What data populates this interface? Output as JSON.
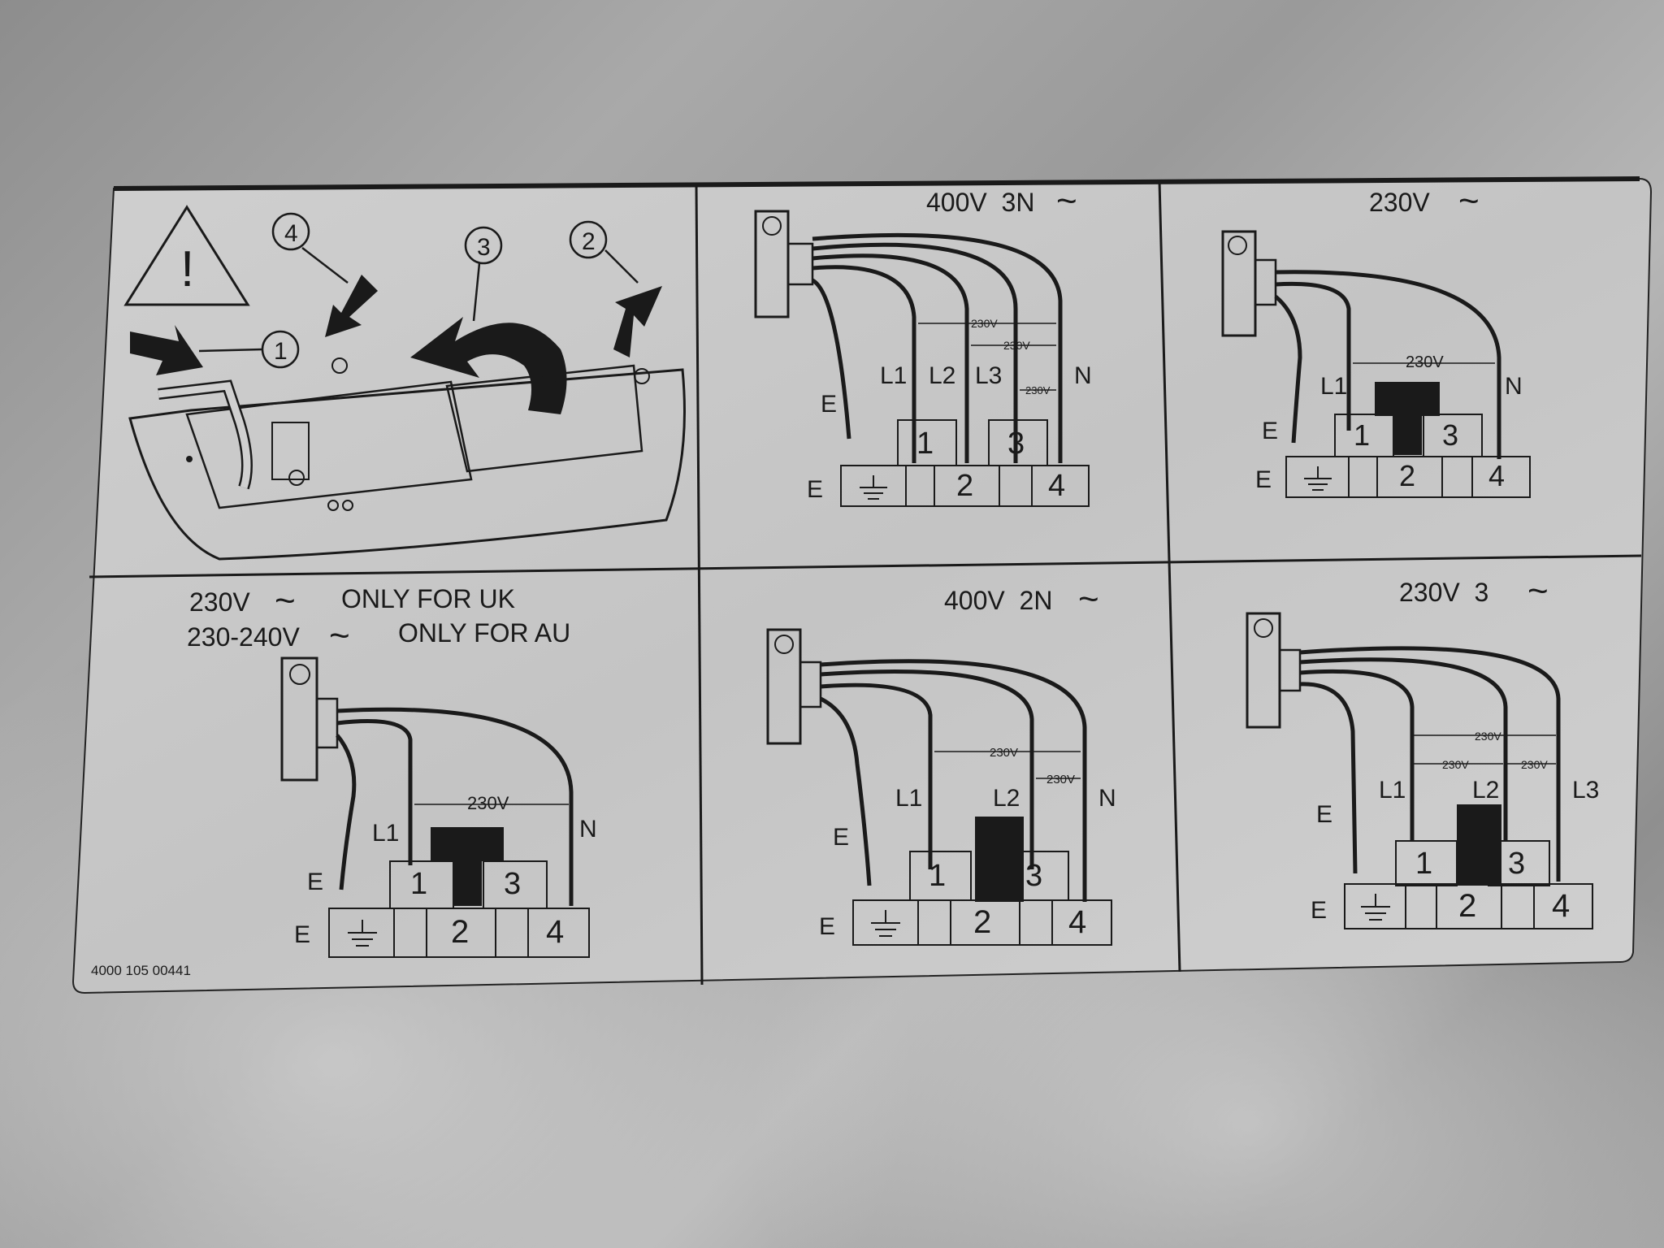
{
  "label": {
    "part_number": "4000 105 00441",
    "overview": {
      "callouts": [
        "1",
        "2",
        "3",
        "4"
      ],
      "warning_symbol": "!"
    },
    "panels": [
      {
        "id": "p400v3n",
        "title": "400V  3N",
        "wires": [
          "E",
          "L1",
          "L2",
          "L3",
          "N"
        ],
        "voltages": [
          "230V",
          "230V",
          "230V"
        ],
        "terminals": [
          "1",
          "2",
          "3",
          "4"
        ],
        "earth_label": "E"
      },
      {
        "id": "p230v",
        "title": "230V",
        "wires": [
          "E",
          "L1",
          "N"
        ],
        "voltages": [
          "230V"
        ],
        "terminals": [
          "1",
          "2",
          "3",
          "4"
        ],
        "earth_label": "E"
      },
      {
        "id": "p230uk",
        "title_line1": "230V",
        "title_line1_note": "ONLY FOR UK",
        "title_line2": "230-240V",
        "title_line2_note": "ONLY FOR AU",
        "wires": [
          "E",
          "L1",
          "N"
        ],
        "voltages": [
          "230V"
        ],
        "terminals": [
          "1",
          "2",
          "3",
          "4"
        ],
        "earth_label": "E"
      },
      {
        "id": "p400v2n",
        "title": "400V  2N",
        "wires": [
          "E",
          "L1",
          "L2",
          "N"
        ],
        "voltages": [
          "230V",
          "230V"
        ],
        "terminals": [
          "1",
          "2",
          "3",
          "4"
        ],
        "earth_label": "E"
      },
      {
        "id": "p230v3",
        "title": "230V  3",
        "wires": [
          "E",
          "L1",
          "L2",
          "L3"
        ],
        "voltages": [
          "230V",
          "230V",
          "230V"
        ],
        "terminals": [
          "1",
          "2",
          "3",
          "4"
        ],
        "earth_label": "E"
      }
    ],
    "ac_symbol": "~",
    "colors": {
      "label_bg": "#c9c9c9",
      "ink": "#1a1a1a"
    }
  }
}
